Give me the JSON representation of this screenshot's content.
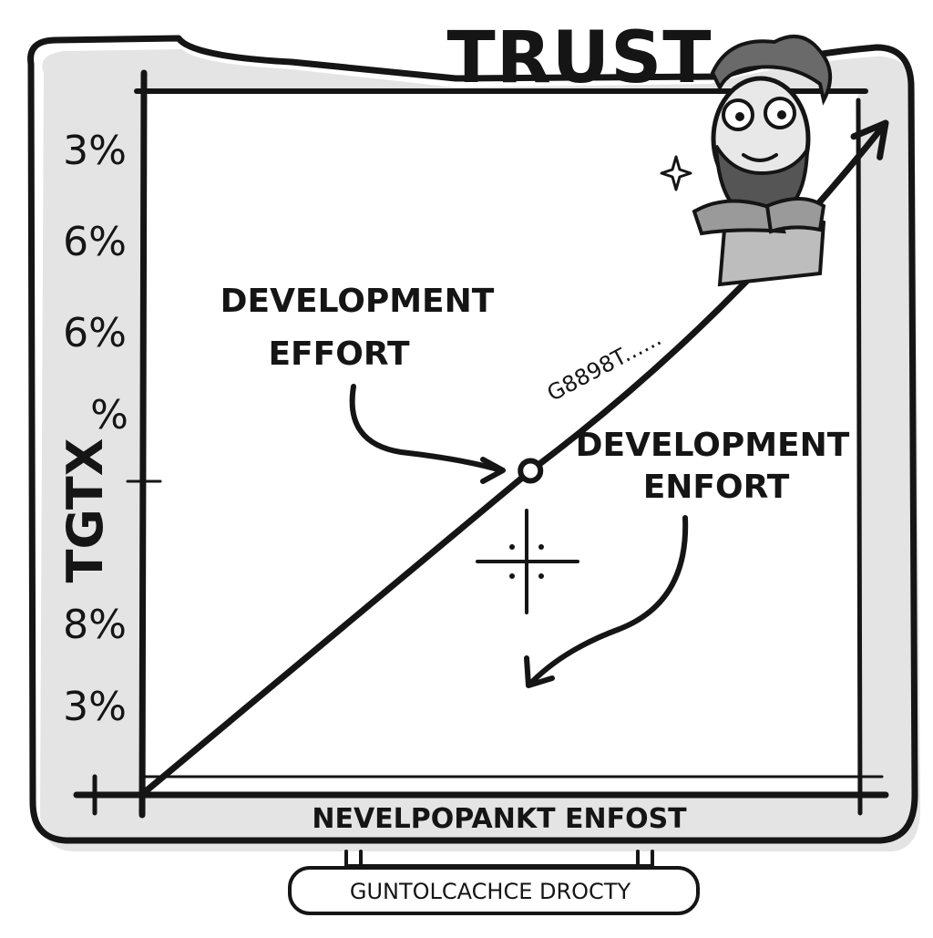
{
  "chart_data": {
    "type": "line",
    "title": "TRUST",
    "ylabel": "TGTX",
    "xlabel": "NEVELPOPANKT ENFOST",
    "subtitle": "GUNTOLCACHCE DROCTY",
    "yticks": [
      "3%",
      "6%",
      "6%",
      "%",
      "8%",
      "3%"
    ],
    "series": [
      {
        "label": "G8898T......",
        "points": [
          [
            0,
            0
          ],
          [
            0.52,
            0.47
          ],
          [
            1,
            0.98
          ]
        ]
      }
    ],
    "annotations": [
      {
        "text": [
          "DEVELOPMENT",
          "EFFORT"
        ]
      },
      {
        "text": [
          "DEVELOPMENT",
          "ENFORT"
        ]
      }
    ],
    "grid": false,
    "legend": "none"
  }
}
